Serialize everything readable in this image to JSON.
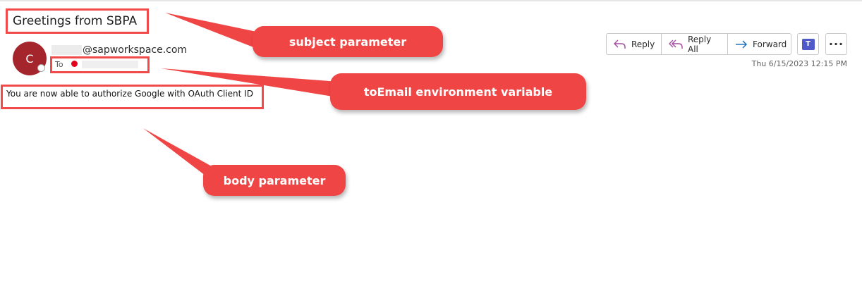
{
  "email": {
    "subject": "Greetings from SBPA",
    "sender_initial": "C",
    "sender_address": "@sapworkspace.com",
    "to_label": "To",
    "body": "You are now able to authorize Google with OAuth Client ID",
    "timestamp": "Thu 6/15/2023 12:15 PM"
  },
  "toolbar": {
    "reply_label": "Reply",
    "reply_all_label": "Reply All",
    "forward_label": "Forward",
    "more_label": "···"
  },
  "annotations": {
    "subject": "subject parameter",
    "to": "toEmail environment variable",
    "body": "body parameter"
  },
  "colors": {
    "callout": "#f04545",
    "avatar": "#a4262c",
    "icon_accent": "#a34aa1",
    "forward_accent": "#0f6cbd",
    "teams": "#5059c9"
  }
}
